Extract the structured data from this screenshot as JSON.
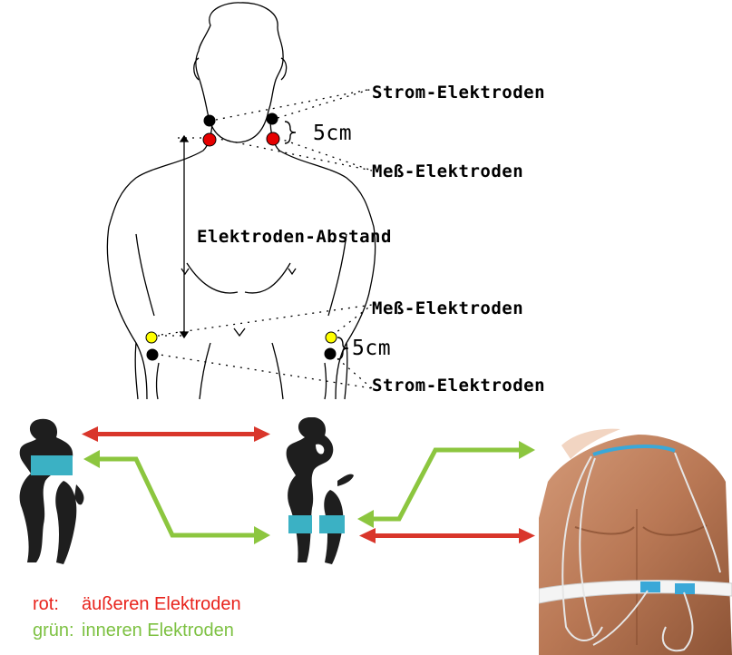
{
  "upper": {
    "labels": {
      "strom_top": "Strom-Elektroden",
      "dist_top": "5cm",
      "mess_top": "Meß-Elektroden",
      "abstand": "Elektroden-Abstand",
      "mess_bottom": "Meß-Elektroden",
      "dist_bottom": "5cm",
      "strom_bottom": "Strom-Elektroden"
    },
    "electrode_colors": {
      "strom": "#000000",
      "mess_upper": "#e60000",
      "mess_lower": "#ffff00"
    }
  },
  "legend": {
    "rot_key": "rot:",
    "rot_text": "äußeren Elektroden",
    "gruen_key": "grün:",
    "gruen_text": "inneren Elektroden",
    "rot_color": "#e8231c",
    "gruen_color": "#7dc142"
  },
  "colors": {
    "arrow_red": "#d9362b",
    "arrow_green": "#8cc63f",
    "band_blue": "#3bb1c4"
  }
}
